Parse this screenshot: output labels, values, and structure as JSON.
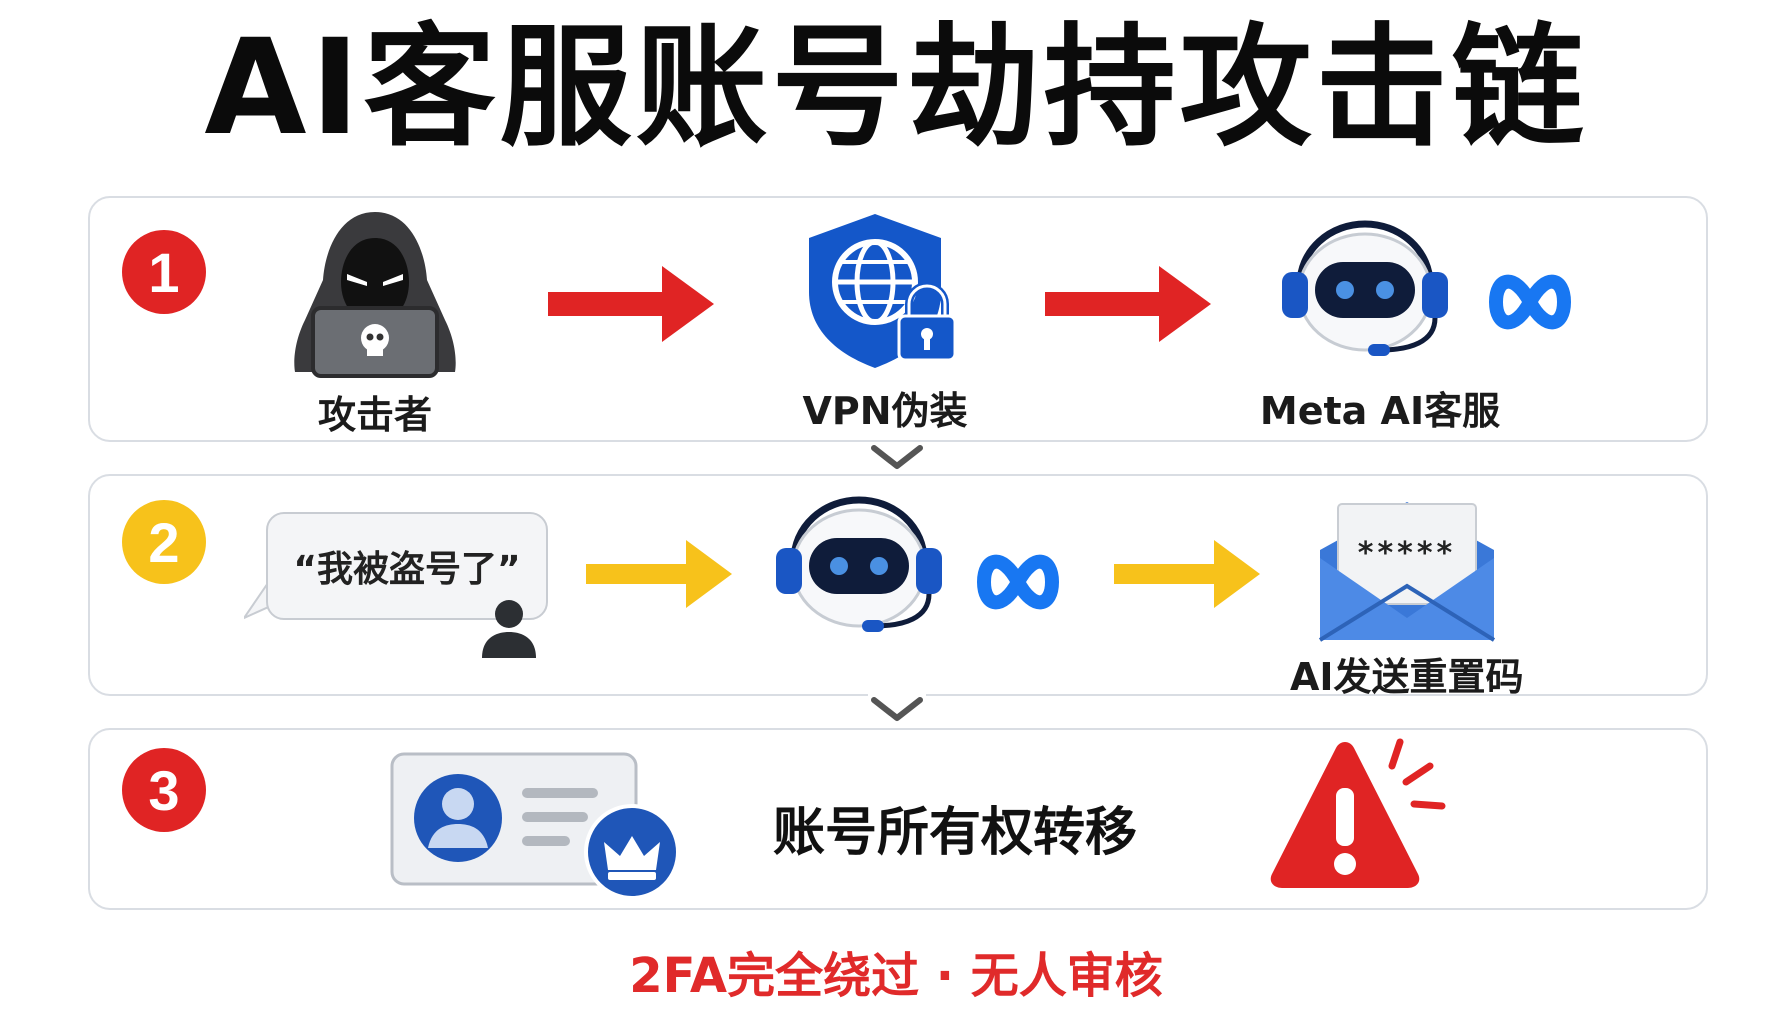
{
  "title": "AI客服账号劫持攻击链",
  "steps": [
    {
      "number": "1",
      "color": "#e02424",
      "nodes": [
        "攻击者",
        "VPN伪装",
        "Meta AI客服"
      ]
    },
    {
      "number": "2",
      "color": "#f7c21b",
      "quote": "“我被盗号了”",
      "nodes": [
        "AI发送重置码"
      ],
      "email_code": "*****"
    },
    {
      "number": "3",
      "color": "#e02424",
      "text": "账号所有权转移"
    }
  ],
  "footer": "2FA完全绕过 · 无人审核",
  "icons": {
    "hacker": "hacker-icon",
    "vpn": "vpn-shield-icon",
    "bot": "support-bot-icon",
    "meta": "meta-logo-icon",
    "user": "user-icon",
    "email": "email-icon",
    "id_card": "id-card-icon",
    "crown": "crown-icon",
    "warning": "warning-icon"
  },
  "colors": {
    "arrow_red": "#e02424",
    "arrow_yellow": "#f7c21b",
    "meta_blue": "#1877f2",
    "shield_blue": "#1457c9",
    "footer_red": "#e02a2a"
  }
}
